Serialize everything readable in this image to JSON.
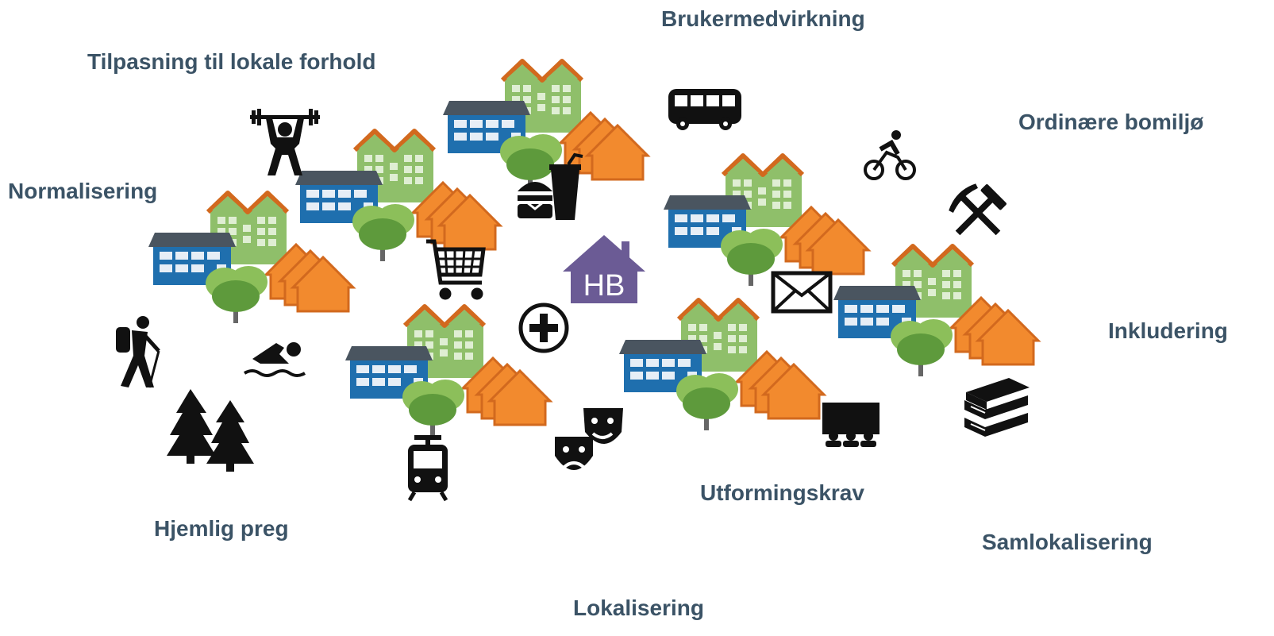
{
  "keywords": {
    "brukermedvirkning": "Brukermedvirkning",
    "tilpasning": "Tilpasning til lokale forhold",
    "ordinaere": "Ordinære bomiljø",
    "normalisering": "Normalisering",
    "inkludering": "Inkludering",
    "hjemlig": "Hjemlig preg",
    "utforming": "Utformingskrav",
    "samlokalisering": "Samlokalisering",
    "lokalisering": "Lokalisering"
  },
  "center_logo": {
    "text": "HB",
    "color": "#6b5b95"
  },
  "colors": {
    "text": "#3b5366",
    "green_building": "#8fbf6a",
    "roof_orange": "#d2691e",
    "orange_house": "#f28a2e",
    "blue_building": "#1f6fae",
    "tree": "#6aa84f"
  },
  "icons": [
    "weightlifter-icon",
    "burger-drink-icon",
    "bus-icon",
    "cyclist-icon",
    "hammer-pick-icon",
    "shopping-cart-icon",
    "hb-house-logo",
    "mail-icon",
    "first-aid-icon",
    "hiker-icon",
    "swimmer-icon",
    "pine-trees-icon",
    "tram-icon",
    "theatre-masks-icon",
    "cinema-icon",
    "books-icon"
  ]
}
